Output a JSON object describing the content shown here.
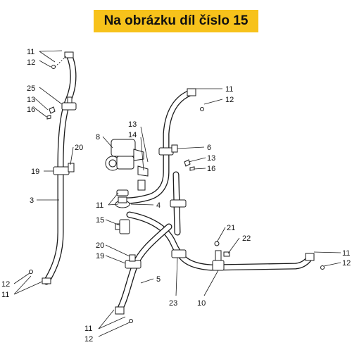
{
  "banner": {
    "text": "Na obrázku díl číslo 15",
    "color": "#f7c21b"
  },
  "labels": {
    "l11a": "11",
    "l12a": "12",
    "l25": "25",
    "l13a": "13",
    "l16a": "16",
    "l20a": "20",
    "l19a": "19",
    "l3": "3",
    "l12b": "12",
    "l11b": "11",
    "l8": "8",
    "l13b": "13",
    "l14": "14",
    "l11c": "11",
    "l4": "4",
    "l15": "15",
    "l20b": "20",
    "l19b": "19",
    "l5": "5",
    "l11d": "11",
    "l12c": "12",
    "l11e": "11",
    "l12d": "12",
    "l6": "6",
    "l13c": "13",
    "l16b": "16",
    "l21": "21",
    "l22": "22",
    "l23": "23",
    "l10": "10",
    "l11f": "11",
    "l12e": "12"
  }
}
